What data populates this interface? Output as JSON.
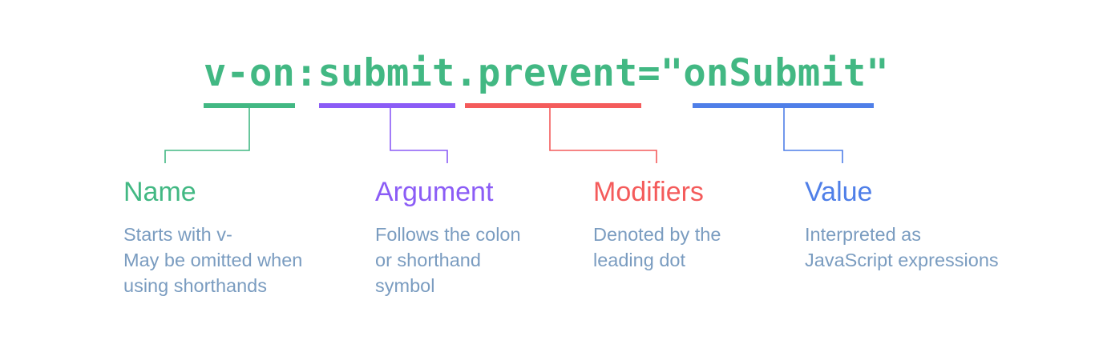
{
  "code": "v-on:submit.prevent=\"onSubmit\"",
  "colors": {
    "name": "#42b883",
    "argument": "#8b5cf6",
    "modifiers": "#f45b5b",
    "value": "#4f7fe8",
    "description": "#7a9cc0"
  },
  "parts": {
    "name": {
      "title": "Name",
      "lines": [
        "Starts with v-",
        "May be omitted when",
        "using shorthands"
      ]
    },
    "argument": {
      "title": "Argument",
      "lines": [
        "Follows the colon",
        "or shorthand",
        "symbol"
      ]
    },
    "modifiers": {
      "title": "Modifiers",
      "lines": [
        "Denoted by the",
        "leading dot"
      ]
    },
    "value": {
      "title": "Value",
      "lines": [
        "Interpreted as",
        "JavaScript expressions"
      ]
    }
  }
}
